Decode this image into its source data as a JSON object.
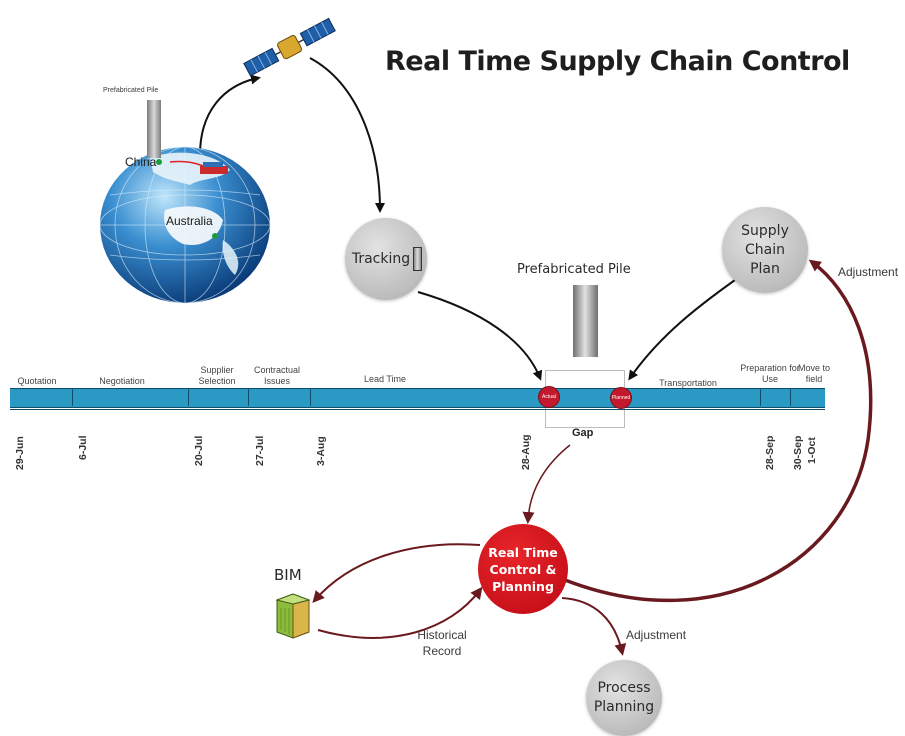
{
  "title": "Real Time Supply Chain Control",
  "globe": {
    "pile_label": "Prefabricated Pile",
    "china_label": "China",
    "australia_label": "Australia"
  },
  "nodes": {
    "tracking": "Tracking",
    "supply_chain_plan": "Supply Chain Plan",
    "prefab_pile": "Prefabricated Pile",
    "gap": "Gap",
    "real_time_control": "Real Time Control & Planning",
    "bim": "BIM",
    "historical_record": "Historical Record",
    "process_planning": "Process Planning",
    "adjustment_top": "Adjustment",
    "adjustment_bottom": "Adjustment"
  },
  "timeline": {
    "phases": [
      "Quotation",
      "Negotiation",
      "Supplier Selection",
      "Contractual Issues",
      "Lead Time",
      "Transportation",
      "Preparation for Use",
      "Move to field"
    ],
    "markers": {
      "actual": "Actual",
      "planned": "Planned"
    },
    "dates": [
      "29-Jun",
      "6-Jul",
      "20-Jul",
      "27-Jul",
      "3-Aug",
      "28-Aug",
      "28-Sep",
      "30-Sep",
      "1-Oct"
    ]
  },
  "colors": {
    "timeline_bar": "#2a9ac4",
    "accent_red": "#c8101a",
    "arrow_dark_red": "#6a1a1f",
    "node_grey": "#c3c3c3"
  },
  "icons": {
    "satellite": "satellite-icon",
    "globe": "globe-icon",
    "bim": "bim-building-icon"
  }
}
